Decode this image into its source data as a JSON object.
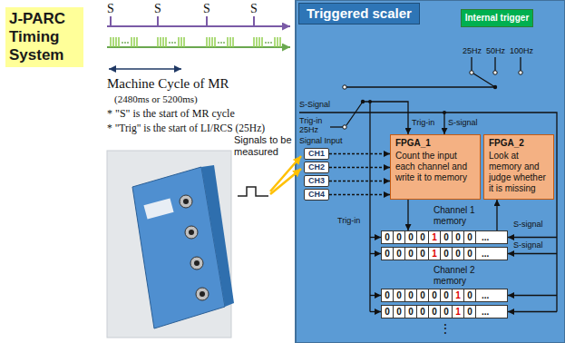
{
  "diagram": {
    "nodes": [
      {
        "text": [
          "J-PARC Timing System"
        ]
      },
      {
        "text": [
          "Triggered scaler"
        ]
      },
      {
        "text": [
          "Internal trigger"
        ],
        "in": 1
      },
      {
        "text": [
          "CH1"
        ],
        "in": 1
      },
      {
        "text": [
          "CH2"
        ],
        "in": 1
      },
      {
        "text": [
          "CH3"
        ],
        "in": 1
      },
      {
        "text": [
          "CH4"
        ],
        "in": 1
      },
      {
        "text": [
          "FPGA_1",
          "Count the input each channel and write it to memory"
        ],
        "in": 1
      },
      {
        "text": [
          "FPGA_2",
          "Look at memory and judge whether it is missing"
        ],
        "in": 1
      },
      {
        "text": [
          "0",
          "0",
          "0",
          "0",
          "1",
          "0",
          "0",
          "0",
          "..."
        ],
        "in": 1
      },
      {
        "text": [
          "0",
          "0",
          "0",
          "0",
          "1",
          "0",
          "0",
          "0",
          "..."
        ],
        "in": 1
      },
      {
        "text": [
          "0",
          "0",
          "0",
          "0",
          "0",
          "0",
          "1",
          "0",
          "..."
        ],
        "in": 1
      },
      {
        "text": [
          "0",
          "0",
          "0",
          "0",
          "0",
          "0",
          "1",
          "0",
          "..."
        ],
        "in": 1
      }
    ],
    "edges": [
      {
        "from": 3,
        "to": 7,
        "arrow": "to"
      },
      {
        "from": 4,
        "to": 7,
        "arrow": "to"
      },
      {
        "from": 5,
        "to": 7,
        "arrow": "to"
      },
      {
        "from": 6,
        "to": 7,
        "arrow": "to"
      },
      {
        "from": 7,
        "to": 9,
        "arrow": "to"
      },
      {
        "from": 9,
        "to": 8,
        "arrow": "to"
      }
    ],
    "labels": [
      "S",
      "S",
      "S",
      "S",
      "Machine Cycle of MR",
      "(2480ms or 5200ms)",
      "* \"S\" is the start of MR cycle",
      "* \"Trig\" is the start of LI/RCS (25Hz)",
      "S-Signal",
      "Trig-in 25Hz",
      "Signal Input",
      "Signals to be measured",
      "25Hz",
      "50Hz",
      "100Hz",
      "S-signal",
      "Trig-in",
      "Trig-in",
      "Channel 1 memory",
      "S-signal",
      "S-signal",
      "Channel 2 memory",
      "⋮"
    ]
  }
}
